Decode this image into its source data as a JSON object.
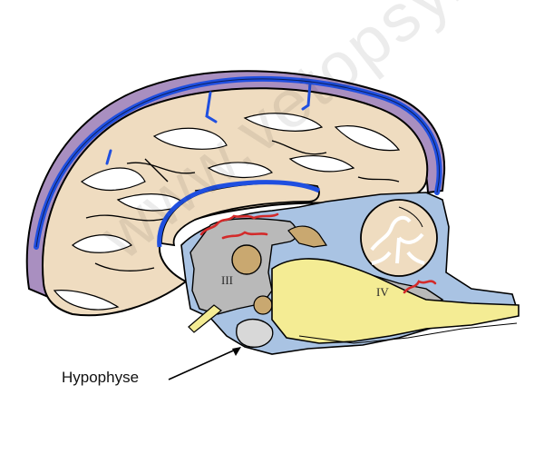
{
  "labels": {
    "hypophyse": "Hypophyse",
    "third_ventricle": "III",
    "fourth_ventricle": "IV"
  },
  "watermark": "www.vetopsy.com",
  "colors": {
    "cortex": "#efdcc0",
    "gyrus_highlight": "#ffffff",
    "dura": "#a98fc0",
    "venous_sinus": "#1f4fe0",
    "csf": "#a9c3e3",
    "ventricle_fill": "#b9b9b9",
    "brainstem": "#f4ec94",
    "choroid_plexus": "#d32a2a",
    "cerebellum_fill": "#efdcc0"
  }
}
